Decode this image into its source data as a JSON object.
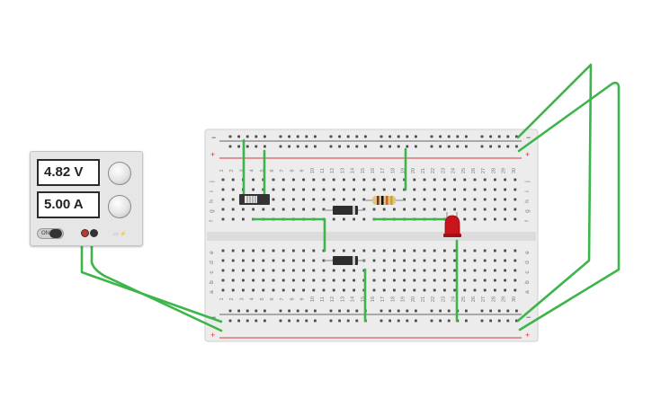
{
  "power_supply": {
    "voltage_display": "4.82 V",
    "current_display": "5.00 A",
    "on_off_label": "ON"
  },
  "breadboard": {
    "columns": [
      "1",
      "2",
      "3",
      "4",
      "5",
      "6",
      "7",
      "8",
      "9",
      "10",
      "11",
      "12",
      "13",
      "14",
      "15",
      "16",
      "17",
      "18",
      "19",
      "20",
      "21",
      "22",
      "23",
      "24",
      "25",
      "26",
      "27",
      "28",
      "29",
      "30"
    ],
    "rows_top": [
      "j",
      "i",
      "h",
      "g",
      "f"
    ],
    "rows_bottom": [
      "e",
      "d",
      "c",
      "b",
      "a"
    ],
    "rail_minus": "−",
    "rail_plus": "+"
  },
  "colors": {
    "wire": "#3cb54a",
    "rail_red": "#d63a3a",
    "rail_dark": "#3a3a3a",
    "board": "#ececec",
    "led": "#c8151b"
  }
}
